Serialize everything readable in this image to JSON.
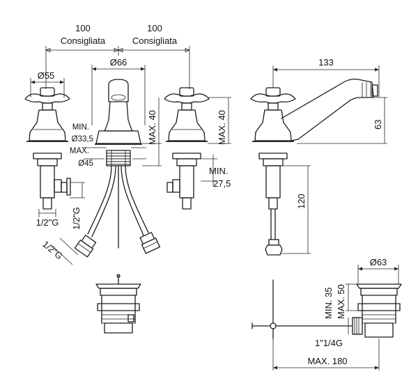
{
  "colors": {
    "line": "#1a1a1a",
    "background": "#ffffff"
  },
  "dimensions": {
    "spacing_left": "100",
    "spacing_left_note": "Consigliata",
    "spacing_right": "100",
    "spacing_right_note": "Consigliata",
    "handle_diameter": "Ø55",
    "spout_diameter": "Ø66",
    "hole_min_label": "MIN.",
    "hole_min_value": "Ø33,5",
    "hole_max_label": "MAX.",
    "hole_max_value": "Ø45",
    "max_deck_spout": "MAX. 40",
    "max_deck_handle": "MAX. 40",
    "min_shank_label": "MIN.",
    "min_shank_value": "27,5",
    "connection_half_inch_a": "1/2\"G",
    "connection_half_inch_b": "1/2\"G",
    "connection_half_inch_c": "1/2\"G",
    "spout_reach": "133",
    "spout_height": "63",
    "shank_length": "120",
    "waste_diameter": "Ø63",
    "waste_min": "MIN. 35",
    "waste_max": "MAX. 50",
    "waste_thread": "1\"1/4G",
    "waste_max_length": "MAX. 180"
  }
}
